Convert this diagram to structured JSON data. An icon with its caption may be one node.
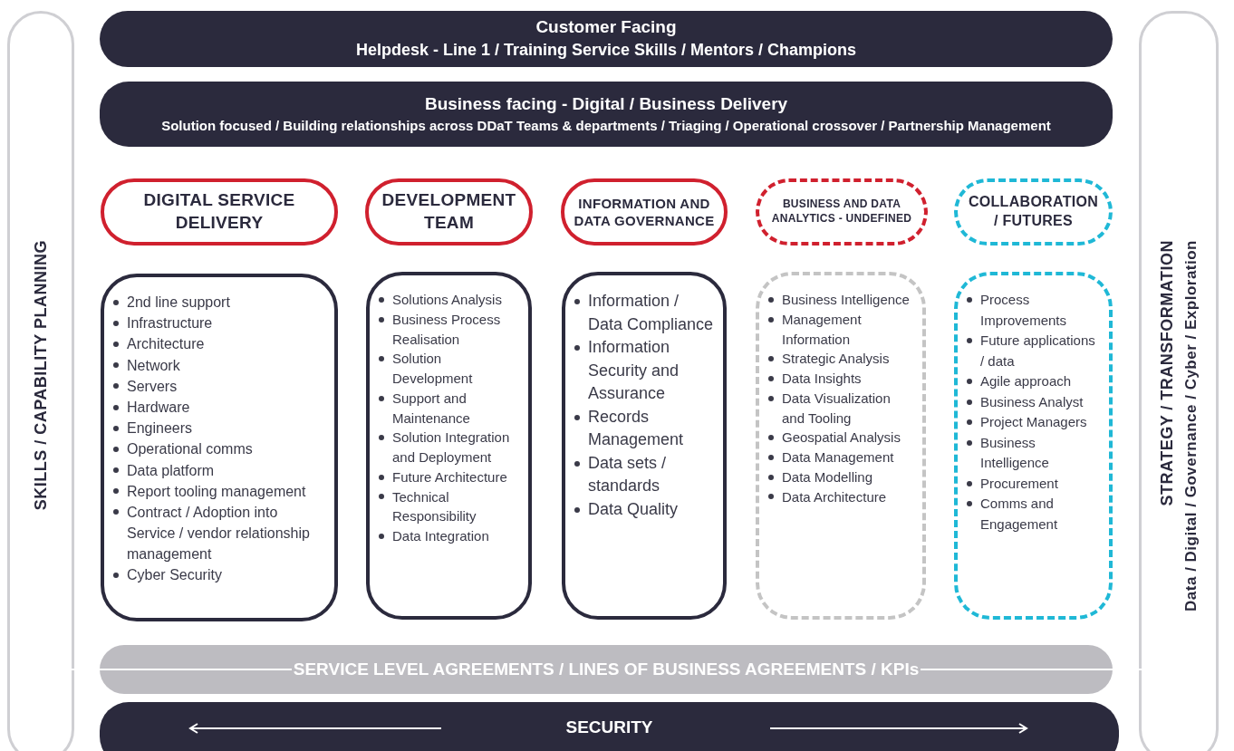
{
  "diagram": {
    "nodes": [
      {
        "text": [
          "SKILLS / CAPABILITY PLANNING"
        ]
      },
      {
        "text": [
          "STRATEGY / TRANSFORMATION",
          "Data / Digital / Governance / Cyber / Exploration"
        ]
      },
      {
        "text": [
          "Customer Facing",
          "Helpdesk - Line 1 / Training Service Skills / Mentors / Champions"
        ]
      },
      {
        "text": [
          "Business facing - Digital / Business Delivery",
          "Solution focused / Building relationships across DDaT Teams & departments / Triaging / Operational crossover / Partnership Management"
        ]
      },
      {
        "text": [
          "DIGITAL SERVICE DELIVERY"
        ]
      },
      {
        "text": [
          "DEVELOPMENT TEAM"
        ]
      },
      {
        "text": [
          "INFORMATION AND DATA GOVERNANCE"
        ]
      },
      {
        "text": [
          "BUSINESS AND DATA ANALYTICS - UNDEFINED"
        ]
      },
      {
        "text": [
          "COLLABORATION / FUTURES"
        ]
      },
      {
        "text": [
          "2nd line support",
          "Infrastructure",
          "Architecture",
          "Network",
          "Servers",
          "Hardware",
          "Engineers",
          "Operational comms",
          "Data platform",
          "Report tooling management",
          "Contract / Adoption into Service / vendor relationship management",
          "Cyber Security"
        ]
      },
      {
        "text": [
          "Solutions Analysis",
          "Business Process Realisation",
          "Solution Development",
          "Support and Maintenance",
          "Solution Integration and Deployment",
          "Future Architecture",
          "Technical Responsibility",
          "Data Integration"
        ]
      },
      {
        "text": [
          "Information / Data Compliance",
          "Information Security and Assurance",
          "Records Management",
          "Data sets / standards",
          "Data Quality"
        ]
      },
      {
        "text": [
          "Business Intelligence",
          "Management Information",
          "Strategic Analysis",
          "Data Insights",
          "Data Visualization and Tooling",
          "Geospatial Analysis",
          "Data Management",
          "Data Modelling",
          "Data Architecture"
        ]
      },
      {
        "text": [
          "Process Improvements",
          "Future applications / data",
          "Agile approach",
          "Business Analyst",
          "Project Managers",
          "Business Intelligence",
          "Procurement",
          "Comms and Engagement"
        ]
      },
      {
        "text": [
          "SERVICE LEVEL AGREEMENTS / LINES OF BUSINESS AGREEMENTS / KPIs"
        ]
      },
      {
        "text": [
          "SECURITY"
        ]
      }
    ]
  }
}
